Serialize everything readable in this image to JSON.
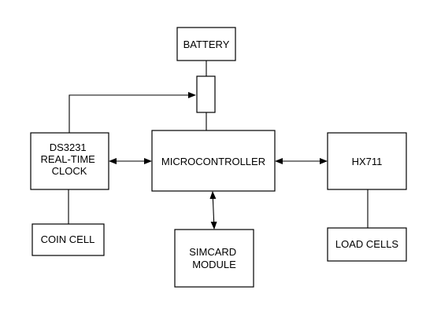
{
  "blocks": {
    "battery": [
      "BATTERY"
    ],
    "microcontroller": [
      "MICROCONTROLLER"
    ],
    "rtc": [
      "DS3231",
      "REAL-TIME",
      "CLOCK"
    ],
    "coin_cell": [
      "COIN CELL"
    ],
    "hx711": [
      "HX711"
    ],
    "load_cells": [
      "LOAD CELLS"
    ],
    "simcard": [
      "SIMCARD",
      "MODULE"
    ]
  },
  "colors": {
    "stroke": "#000000",
    "background": "#ffffff"
  }
}
